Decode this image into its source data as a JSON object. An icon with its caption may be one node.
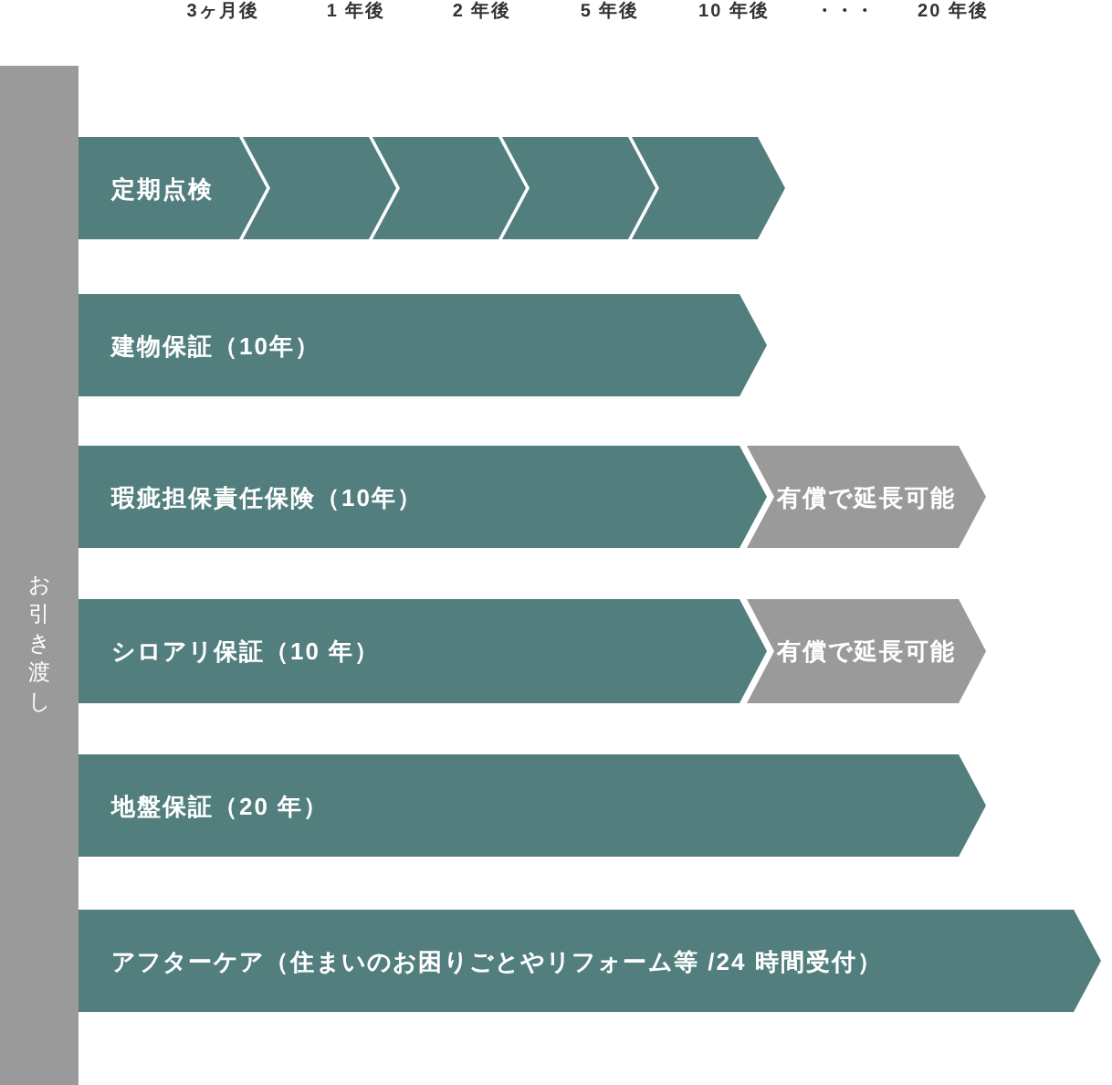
{
  "diagram": {
    "nodes": [
      {
        "text": [
          "お引き渡し"
        ]
      },
      {
        "text": [
          "定期点検"
        ]
      },
      {
        "text": [],
        "shape": "chevron"
      },
      {
        "text": [],
        "shape": "chevron"
      },
      {
        "text": [],
        "shape": "chevron"
      },
      {
        "text": [],
        "shape": "chevron"
      },
      {
        "text": [
          "建物保証（10年）"
        ]
      },
      {
        "text": [
          "瑕疵担保責任保険（10年）"
        ]
      },
      {
        "text": [
          "有償で延長可能"
        ]
      },
      {
        "text": [
          "シロアリ保証（10 年）"
        ]
      },
      {
        "text": [
          "有償で延長可能"
        ]
      },
      {
        "text": [
          "地盤保証（20 年）"
        ]
      },
      {
        "text": [
          "アフターケア（住まいのお困りごとやリフォーム等 /24 時間受付）"
        ]
      }
    ],
    "labels": [
      "3ヶ月後",
      "1 年後",
      "2 年後",
      "5 年後",
      "10 年後",
      "・・・",
      "20 年後"
    ]
  }
}
